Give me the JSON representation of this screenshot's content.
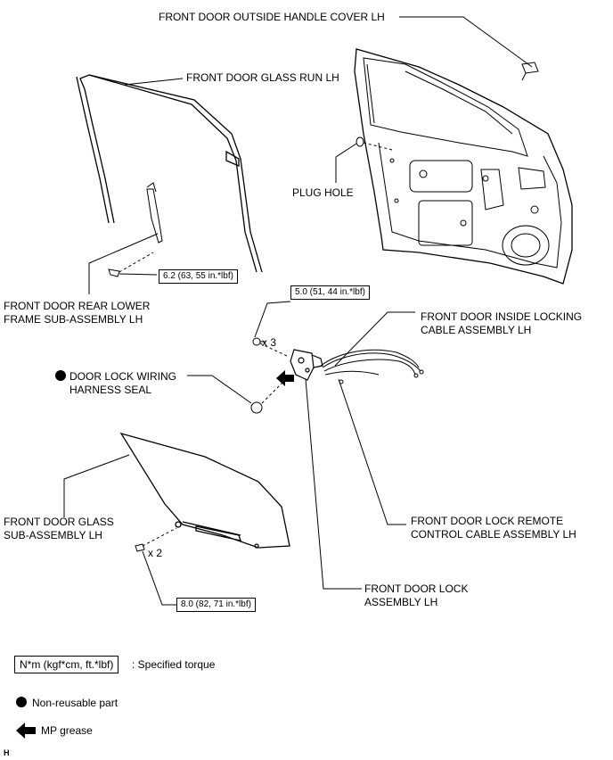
{
  "labels": {
    "handle_cover": "FRONT DOOR OUTSIDE HANDLE COVER LH",
    "glass_run": "FRONT DOOR GLASS RUN LH",
    "plug_hole": "PLUG HOLE",
    "rear_lower_frame_1": "FRONT DOOR REAR LOWER",
    "rear_lower_frame_2": "FRAME SUB-ASSEMBLY LH",
    "inside_locking_1": "FRONT DOOR INSIDE LOCKING",
    "inside_locking_2": "CABLE ASSEMBLY LH",
    "wiring_seal_1": "DOOR LOCK WIRING",
    "wiring_seal_2": "HARNESS SEAL",
    "glass_1": "FRONT DOOR GLASS",
    "glass_2": "SUB-ASSEMBLY LH",
    "remote_cable_1": "FRONT DOOR LOCK REMOTE",
    "remote_cable_2": "CONTROL CABLE ASSEMBLY LH",
    "lock_assy_1": "FRONT DOOR LOCK",
    "lock_assy_2": "ASSEMBLY LH",
    "qty_x3": "x 3",
    "qty_x2": "x 2",
    "figure_code": "H"
  },
  "torques": {
    "frame_bolt": "6.2 (63, 55 in.*lbf)",
    "lock_screw": "5.0 (51, 44 in.*lbf)",
    "glass_bolt": "8.0 (82, 71 in.*lbf)"
  },
  "legend": {
    "unit_box": "N*m (kgf*cm, ft.*lbf)",
    "unit_desc": ": Specified torque",
    "non_reusable": "Non-reusable part",
    "mp_grease": "MP grease"
  }
}
